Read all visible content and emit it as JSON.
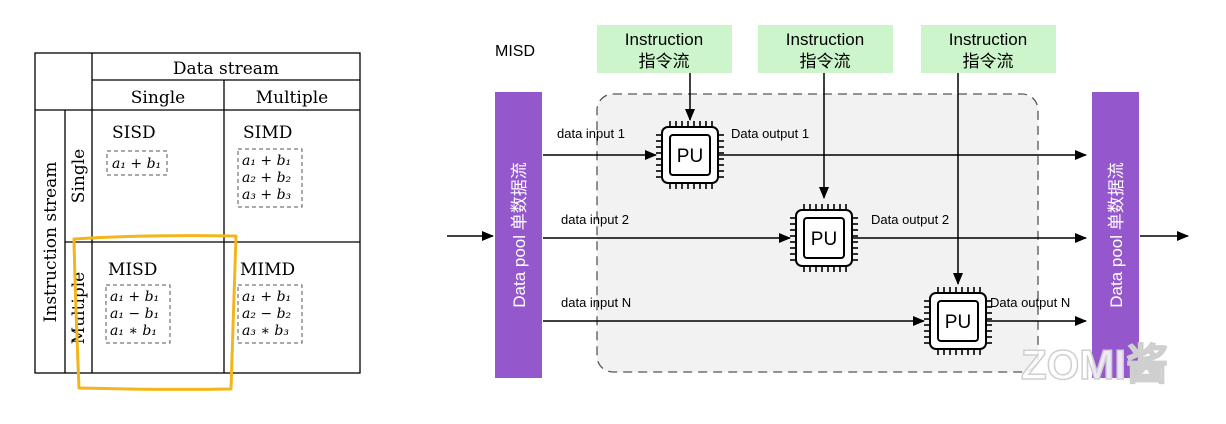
{
  "taxonomy_table": {
    "data_stream_header": "Data stream",
    "col_single": "Single",
    "col_multiple": "Multiple",
    "instruction_stream_header": "Instruction stream",
    "row_single": "Single",
    "row_multiple": "Multiple",
    "cells": {
      "sisd": {
        "name": "SISD",
        "ops": [
          "a₁ + b₁"
        ]
      },
      "simd": {
        "name": "SIMD",
        "ops": [
          "a₁ + b₁",
          "a₂ + b₂",
          "a₃ + b₃"
        ]
      },
      "misd": {
        "name": "MISD",
        "ops": [
          "a₁ + b₁",
          "a₁ − b₁",
          "a₁ ∗ b₁"
        ]
      },
      "mimd": {
        "name": "MIMD",
        "ops": [
          "a₁ + b₁",
          "a₂ − b₂",
          "a₃ ∗ b₃"
        ]
      }
    },
    "highlight_color": "#f2b51c"
  },
  "misd_diagram": {
    "title": "MISD",
    "instruction_label_en": "Instruction",
    "instruction_label_cn": "指令流",
    "data_pool_label": "Data pool 单数据流",
    "pu_label": "PU",
    "rows": [
      {
        "input": "data input 1",
        "output": "Data output  1"
      },
      {
        "input": "data input 2",
        "output": "Data output  2"
      },
      {
        "input": "data input N",
        "output": "Data output N"
      }
    ],
    "colors": {
      "instruction_box": "#ccf5cc",
      "data_pool": "#9457cc",
      "dashed_region": "#f2f2f2"
    }
  },
  "watermark": "ZOMI酱"
}
